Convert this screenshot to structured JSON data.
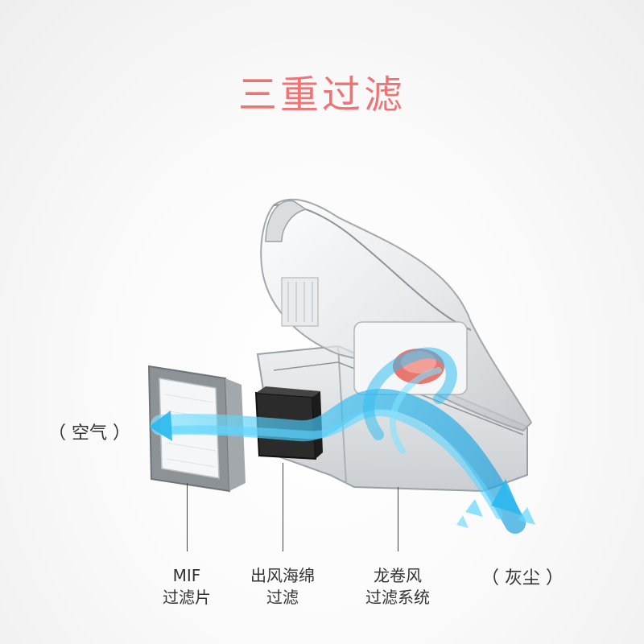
{
  "title": "三重过滤",
  "flow_labels": {
    "air": "（ 空气 ）",
    "dust": "（ 灰尘 ）"
  },
  "callouts": [
    {
      "line1": "MIF",
      "line2": "过滤片"
    },
    {
      "line1": "出风海绵",
      "line2": "过滤"
    },
    {
      "line1": "龙卷风",
      "line2": "过滤系统"
    }
  ],
  "colors": {
    "title": "#ee7374",
    "airflow": "#3ec6f0",
    "text": "#333333"
  }
}
